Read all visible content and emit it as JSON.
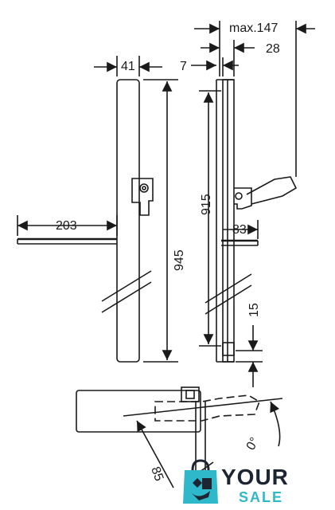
{
  "dimensions": {
    "max_projection": "max.147",
    "bar_depth": "28",
    "wall_offset": "7",
    "bar_width": "41",
    "total_height": "945",
    "rail_length": "915",
    "shelf_length": "203",
    "holder_height": "83",
    "bottom_gap": "15",
    "swing_radius": "85",
    "angle_partial": "0°"
  },
  "logo": {
    "word_top": "YOUR",
    "word_bottom": "SALE",
    "colors": {
      "accent": "#2fb8c9",
      "dark": "#1d2533"
    }
  }
}
